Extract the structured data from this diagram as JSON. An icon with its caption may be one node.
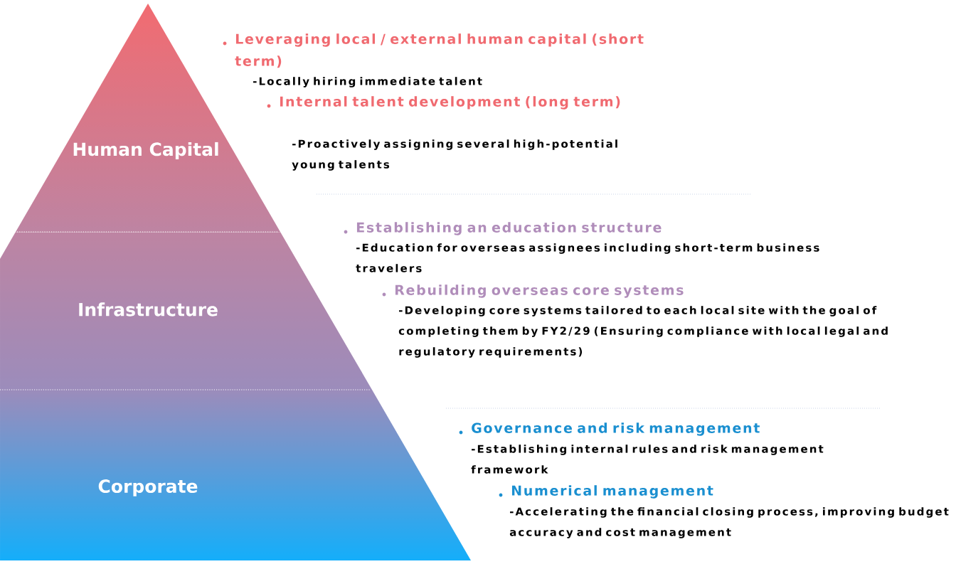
{
  "diagram": {
    "nodes": [
      {
        "text": [
          "Human Capital"
        ]
      },
      {
        "text": [
          "Infrastructure"
        ]
      },
      {
        "text": [
          "Corporate"
        ]
      }
    ],
    "labels": [
      "Leveraging local / external human capital (short term)",
      "-Locally hiring immediate talent",
      "Internal talent development (long term)",
      "-Proactively assigning several high-potential young talents",
      "Establishing an education structure",
      "-Education for overseas assignees including short-term business travelers",
      "Rebuilding overseas core systems",
      "-Developing core systems tailored to each local site with the goal of completing them by FY2/29 (Ensuring compliance with local legal and regulatory requirements)",
      "Governance and risk management",
      "-Establishing internal rules and risk management framework",
      "Numerical management",
      "-Accelerating the financial closing process, improving budget accuracy and cost management"
    ]
  }
}
